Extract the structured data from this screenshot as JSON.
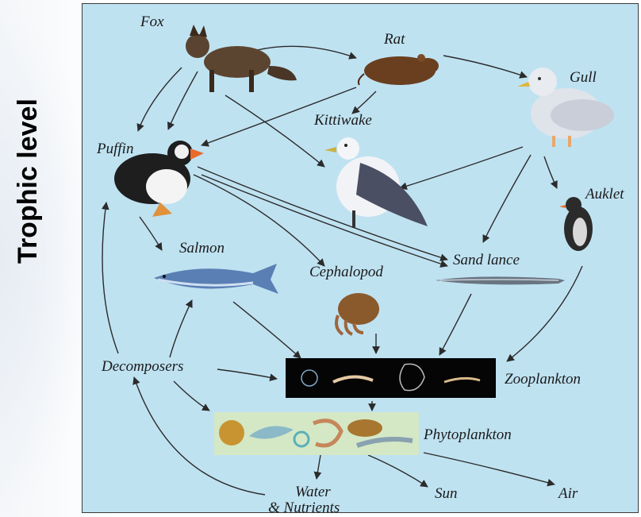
{
  "axis_label": "Trophic level",
  "nodes": {
    "fox": "Fox",
    "rat": "Rat",
    "gull": "Gull",
    "kittiwake": "Kittiwake",
    "puffin": "Puffin",
    "auklet": "Auklet",
    "salmon": "Salmon",
    "cephalopod": "Cephalopod",
    "sand_lance": "Sand lance",
    "decomposers": "Decomposers",
    "zooplankton": "Zooplankton",
    "phytoplankton": "Phytoplankton",
    "water_line1": "Water",
    "water_line2": "& Nutrients",
    "sun": "Sun",
    "air": "Air"
  },
  "colors": {
    "panel": "#bfe2f1",
    "arrow": "#2b2b2b"
  }
}
